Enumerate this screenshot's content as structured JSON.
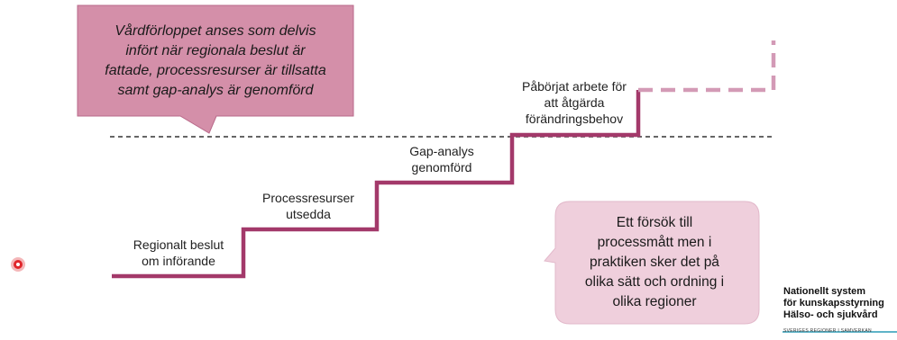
{
  "callout_top": {
    "lines": [
      "Vårdförloppet anses som delvis",
      "infört när regionala beslut är",
      "fattade, processresurser är tillsatta",
      "samt gap-analys är genomförd"
    ]
  },
  "callout_bottom": {
    "lines": [
      "Ett försök till",
      "processmått men i",
      "praktiken sker det på",
      "olika sätt och ordning i",
      "olika regioner"
    ]
  },
  "steps": [
    {
      "lines": [
        "Regionalt beslut",
        "om införande"
      ]
    },
    {
      "lines": [
        "Processresurser",
        "utsedda"
      ]
    },
    {
      "lines": [
        "Gap-analys",
        "genomförd"
      ]
    },
    {
      "lines": [
        "Påbörjat arbete för",
        "att åtgärda",
        "förändringsbehov"
      ]
    }
  ],
  "logo": {
    "lines": [
      "Nationellt system",
      "för kunskapsstyrning",
      "Hälso- och sjukvård"
    ],
    "tagline": "SVERIGES REGIONER I SAMVERKAN"
  },
  "colors": {
    "staircase": "#a3396a",
    "staircase_dashed": "#d39ab6",
    "callout_top_fill": "#d48fa9",
    "callout_bottom_fill": "#efcfdc",
    "threshold_line": "#333333",
    "pointer_dot": "#e0262b",
    "logo_rule": "#2a9bb5"
  }
}
